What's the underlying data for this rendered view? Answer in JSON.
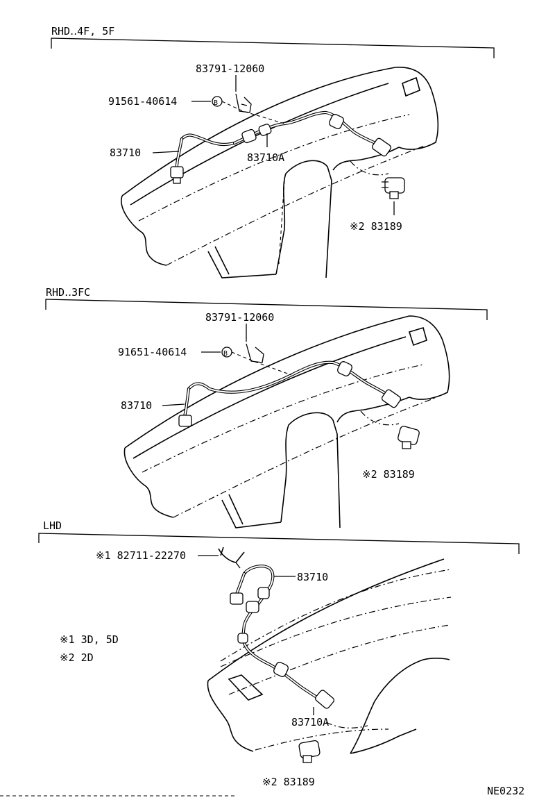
{
  "sections": [
    {
      "title": "RHD‥4F, 5F",
      "labels": {
        "bracket": "83791-12060",
        "bolt": "91561-40614",
        "bolt_symbol": "B",
        "cable": "83710",
        "cable_a": "83710A",
        "gear": "※2 83189"
      }
    },
    {
      "title": "RHD‥3FC",
      "labels": {
        "bracket": "83791-12060",
        "bolt": "91651-40614",
        "bolt_symbol": "B",
        "cable": "83710",
        "gear": "※2 83189"
      }
    },
    {
      "title": "LHD",
      "labels": {
        "clamp": "※1 82711-22270",
        "cable": "83710",
        "cable_a": "83710A",
        "gear": "※2 83189"
      }
    }
  ],
  "notes": [
    "※1 3D, 5D",
    "※2 2D"
  ],
  "diagram_code": "NE0232"
}
